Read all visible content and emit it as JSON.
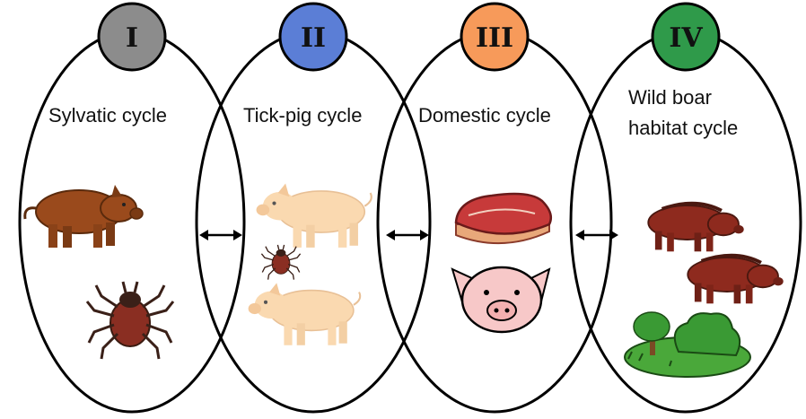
{
  "cycles": [
    {
      "numeral": "I",
      "label": "Sylvatic cycle",
      "color": "#8c8c8c"
    },
    {
      "numeral": "II",
      "label": "Tick-pig cycle",
      "color": "#5b7ed6"
    },
    {
      "numeral": "III",
      "label": "Domestic cycle",
      "color": "#f79a5a"
    },
    {
      "numeral": "IV",
      "label_line1": "Wild boar",
      "label_line2": "habitat cycle",
      "color": "#2f9a4a"
    }
  ],
  "arrows": [
    "↔",
    "↔",
    "↔"
  ],
  "icons": [
    "wild-boar-icon",
    "tick-icon",
    "pig-icon",
    "meat-icon",
    "pig-face-icon",
    "forest-habitat-icon"
  ]
}
